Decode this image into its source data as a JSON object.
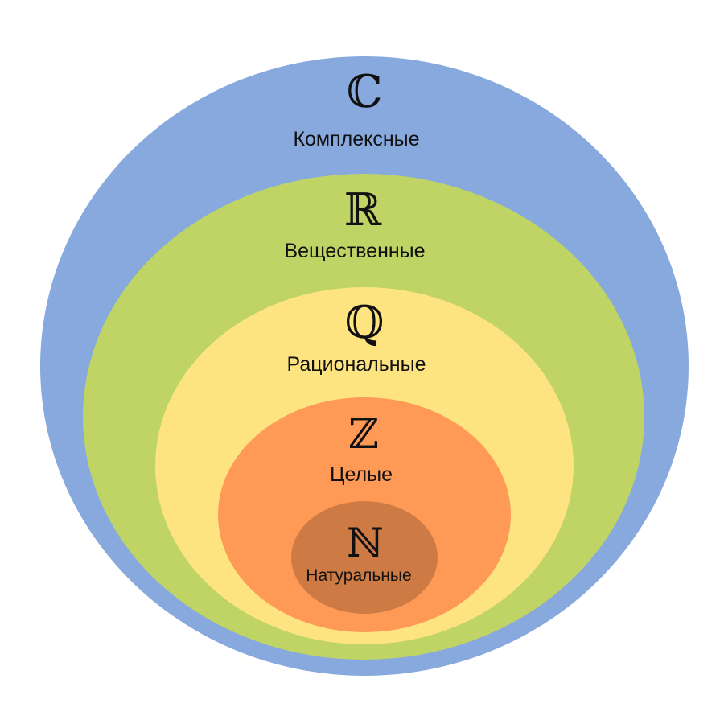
{
  "sets": [
    {
      "key": "C",
      "symbol": "ℂ",
      "label": "Комплексные",
      "color": "#87a9dd"
    },
    {
      "key": "R",
      "symbol": "ℝ",
      "label": "Вещественные",
      "color": "#bfd464"
    },
    {
      "key": "Q",
      "symbol": "ℚ",
      "label": "Рациональные",
      "color": "#fee480"
    },
    {
      "key": "Z",
      "symbol": "ℤ",
      "label": "Целые",
      "color": "#fe9a55"
    },
    {
      "key": "N",
      "symbol": "ℕ",
      "label": "Натуральные",
      "color": "#cd7a45"
    }
  ]
}
